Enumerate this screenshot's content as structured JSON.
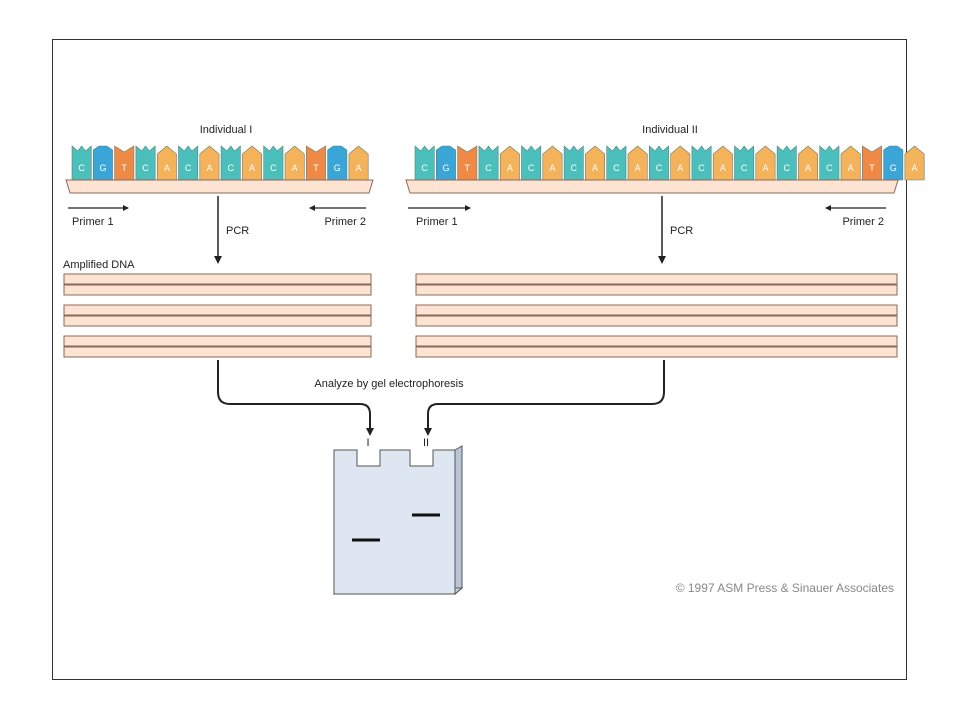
{
  "individuals": [
    {
      "title": "Individual I",
      "sequence": [
        "C",
        "G",
        "T",
        "C",
        "A",
        "C",
        "A",
        "C",
        "A",
        "C",
        "A",
        "T",
        "G",
        "A"
      ],
      "primer1": "Primer 1",
      "primer2": "Primer 2",
      "pcr": "PCR"
    },
    {
      "title": "Individual II",
      "sequence": [
        "C",
        "G",
        "T",
        "C",
        "A",
        "C",
        "A",
        "C",
        "A",
        "C",
        "A",
        "C",
        "A",
        "C",
        "A",
        "C",
        "A",
        "C",
        "A",
        "C",
        "A",
        "T",
        "G",
        "A"
      ],
      "primer1": "Primer 1",
      "primer2": "Primer 2",
      "pcr": "PCR"
    }
  ],
  "amplified_label": "Amplified DNA",
  "analyze_label": "Analyze by gel electrophoresis",
  "gel": {
    "lane1": "I",
    "lane2": "II"
  },
  "copyright": "© 1997 ASM Press & Sinauer Associates",
  "base_colors": {
    "C": "#4bbfbb",
    "G": "#3aa6d8",
    "T": "#ee8a45",
    "A": "#f4b25b"
  },
  "colors": {
    "strand_fill": "#fce3d2",
    "strand_stroke": "#8a6a5a",
    "gel_fill": "#dde6f1"
  }
}
